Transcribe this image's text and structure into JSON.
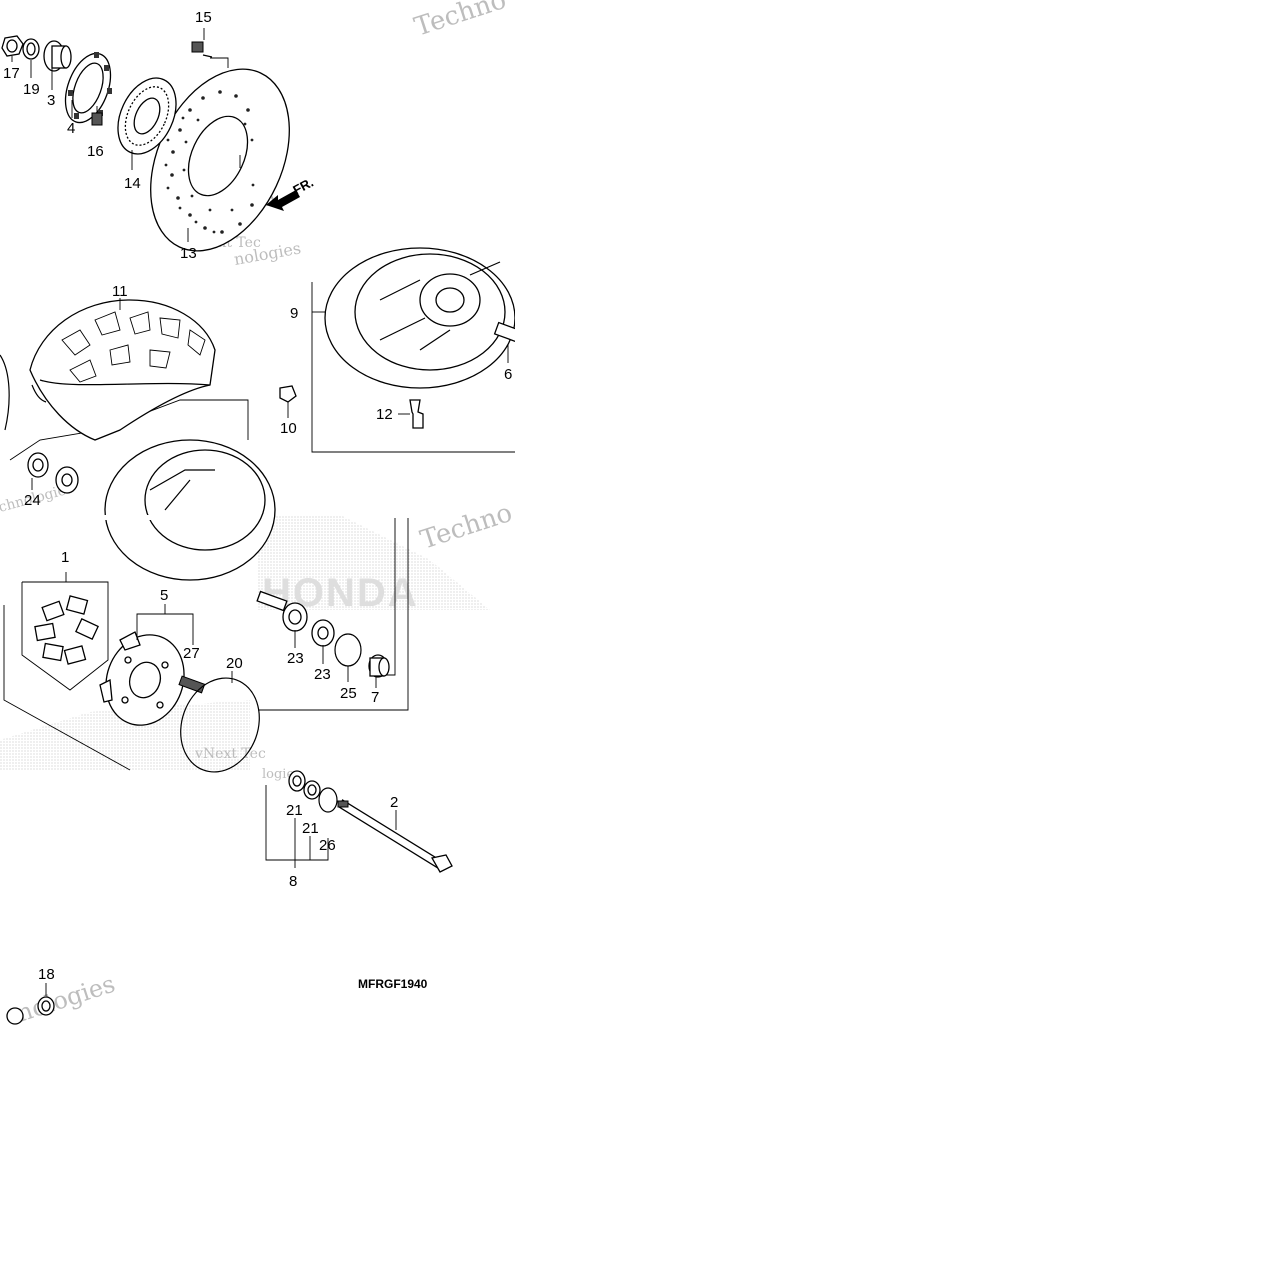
{
  "diagram": {
    "part_code": "MFRGF1940",
    "direction_marker": "FR.",
    "callouts": {
      "c1": "1",
      "c2": "2",
      "c3": "3",
      "c4": "4",
      "c5": "5",
      "c6": "6",
      "c7": "7",
      "c8": "8",
      "c9": "9",
      "c10": "10",
      "c11": "11",
      "c12": "12",
      "c13": "13",
      "c14": "14",
      "c15": "15",
      "c16": "16",
      "c17": "17",
      "c18": "18",
      "c19": "19",
      "c20": "20",
      "c21a": "21",
      "c21b": "21",
      "c23a": "23",
      "c23b": "23",
      "c24": "24",
      "c25": "25",
      "c26": "26",
      "c27": "27"
    },
    "watermark": {
      "brand": "HONDA",
      "techno": "Techno",
      "vnext": "vNext Tec",
      "vnext2": "vNext",
      "nologies": "nologies",
      "tech2": "chnologies",
      "logies": "logies"
    }
  }
}
